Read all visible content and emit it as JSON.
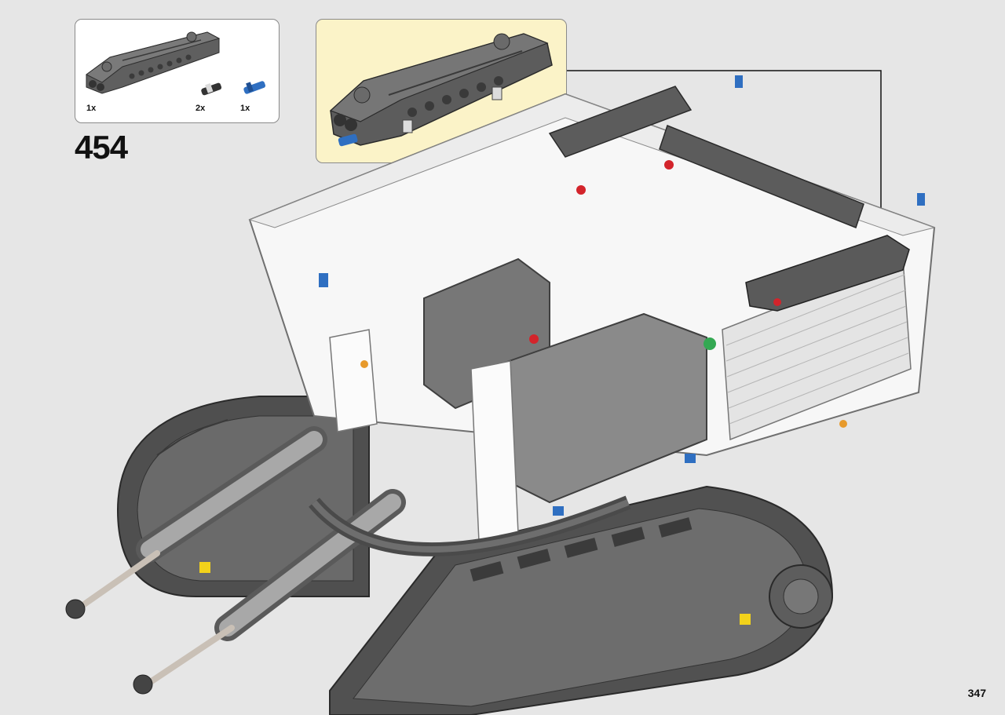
{
  "step": {
    "number": "454"
  },
  "parts": [
    {
      "name": "beam-panel",
      "qty": "1x"
    },
    {
      "name": "friction-pin-with-bush",
      "qty": "2x"
    },
    {
      "name": "blue-axle-pin",
      "qty": "1x"
    }
  ],
  "page": {
    "number": "347"
  },
  "colors": {
    "background": "#e6e6e6",
    "callout_bg": "#fbf3c8",
    "dark_gray": "#5c5c5c",
    "white_part": "#f7f7f7",
    "blue": "#2f6fc1",
    "red": "#d3242b",
    "yellow": "#f2d21b"
  }
}
